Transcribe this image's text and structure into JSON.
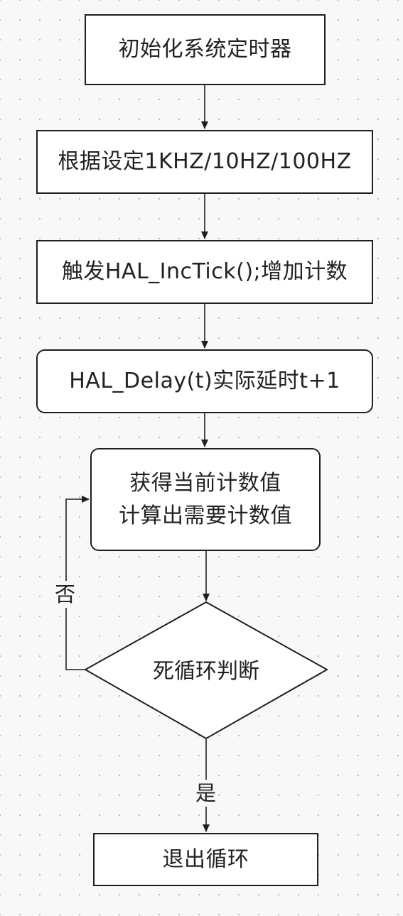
{
  "nodes": {
    "init": "初始化系统定时器",
    "set_freq": "根据设定1KHZ/10HZ/100HZ",
    "trigger": "触发HAL_IncTick();增加计数",
    "delay": "HAL_Delay(t)实际延时t+1",
    "get_count_line1": "获得当前计数值",
    "get_count_line2": "计算出需要计数值",
    "decision": "死循环判断",
    "exit": "退出循环"
  },
  "edge_labels": {
    "no": "否",
    "yes": "是"
  }
}
